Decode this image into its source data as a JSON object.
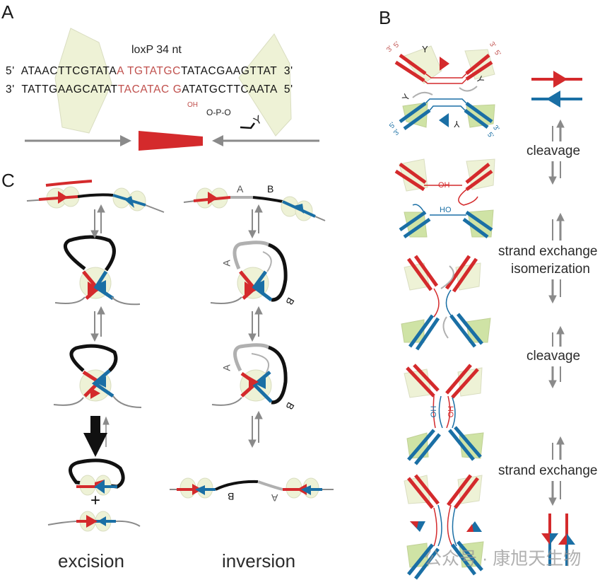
{
  "figure": {
    "panels": {
      "a": {
        "label": "A",
        "title": "loxP 34 nt",
        "top_strand": {
          "five_prime": "5'",
          "left": "ATAACTTCGTATA",
          "spacer": "A TGTATGC",
          "right": "TATACGAAGTTAT",
          "three_prime": "3'"
        },
        "bottom_strand": {
          "three_prime": "3'",
          "left": "TATTGAAGCATAT",
          "spacer": "TACATAC G",
          "right": "ATATGCTTCAATA",
          "five_prime": "5'"
        },
        "annotations": {
          "hydroxyl": "OH",
          "phosphate": "O-P-O",
          "tyrosine": "Y"
        }
      },
      "b": {
        "label": "B",
        "strand_ends": {
          "five": "5'",
          "three": "3'"
        },
        "hydroxyl_labels": {
          "oh": "OH",
          "ho": "HO"
        },
        "tyrosine": "Y",
        "steps": [
          "cleavage",
          "strand exchange",
          "isomerization",
          "cleavage",
          "strand exchange"
        ]
      },
      "c": {
        "label": "C",
        "segment_labels": {
          "a": "A",
          "b": "B"
        },
        "plus": "+",
        "captions": {
          "excision": "excision",
          "inversion": "inversion"
        }
      }
    },
    "colors": {
      "red": "#d42a2c",
      "blue": "#1a6fa5",
      "gray": "#8a8a8a",
      "protein": "#eef2d6",
      "protein_green": "#cfe3a5",
      "black": "#111111"
    },
    "watermark": "公众号 · 康旭天生物"
  }
}
